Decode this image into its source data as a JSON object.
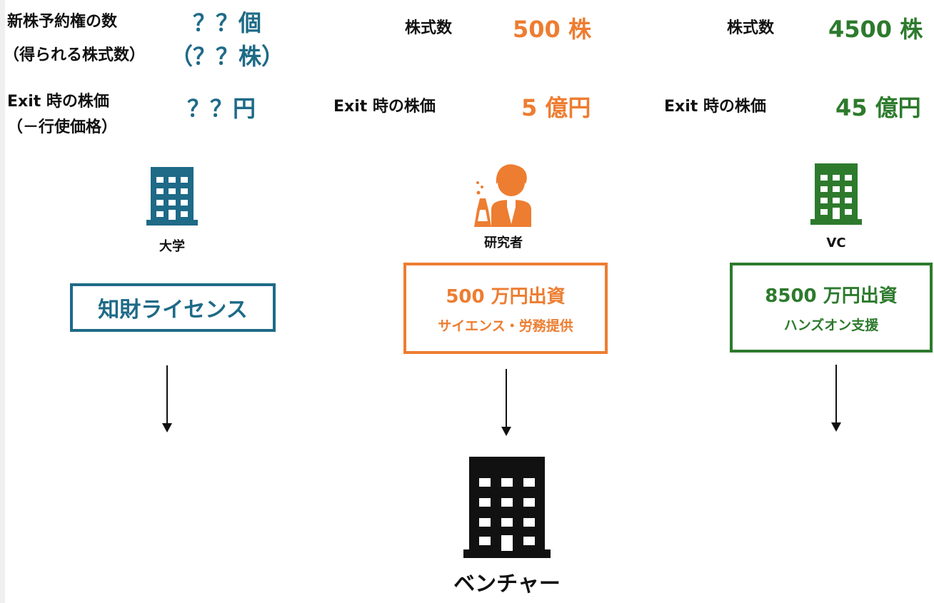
{
  "university": {
    "shares_label": "新株予約権の数",
    "shares_sublabel": "（得られる株式数）",
    "shares_value": "？？個",
    "shares_subvalue": "（？？株）",
    "exit_label": "Exit 時の株価",
    "exit_sublabel": "（－行使価格）",
    "exit_value": "？？円",
    "caption": "大学",
    "box_line1": "知財ライセンス"
  },
  "researcher": {
    "shares_label": "株式数",
    "shares_value": "500 株",
    "exit_label": "Exit 時の株価",
    "exit_value": "5 億円",
    "caption": "研究者",
    "box_line1": "500 万円出資",
    "box_line2": "サイエンス・労務提供"
  },
  "vc": {
    "shares_label": "株式数",
    "shares_value": "4500 株",
    "exit_label": "Exit 時の株価",
    "exit_value": "45 億円",
    "caption": "VC",
    "box_line1": "8500 万円出資",
    "box_line2": "ハンズオン支援"
  },
  "venture": {
    "caption": "ベンチャー"
  },
  "colors": {
    "university": "#1e6a87",
    "researcher": "#ed7d31",
    "vc": "#2d7a2d",
    "venture": "#111111"
  },
  "icons": {
    "university": "building-icon",
    "researcher": "scientist-icon",
    "vc": "building-icon",
    "venture": "building-icon"
  }
}
